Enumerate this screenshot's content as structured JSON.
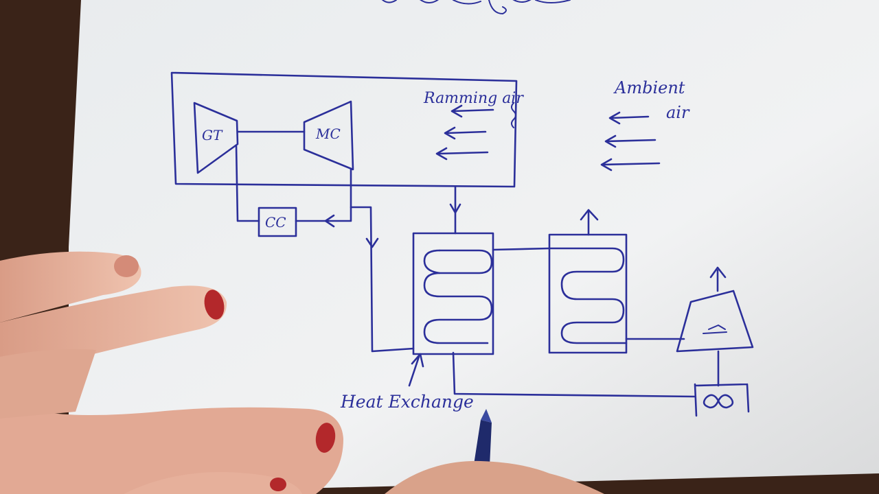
{
  "labels": {
    "gt": "GT",
    "mc": "MC",
    "cc": "CC",
    "ramming_air": "Ramming air",
    "ambient": "Ambient",
    "air": "air",
    "heat_exchanger": "Heat Exchange"
  },
  "colors": {
    "ink": "#2b2f9a",
    "paper": "#eef0f1",
    "skin": "#e8b6a1",
    "nail": "#b3282b",
    "background": "#3a2318"
  },
  "icons": {
    "pen": "pen-icon",
    "fan": "fan-icon"
  }
}
